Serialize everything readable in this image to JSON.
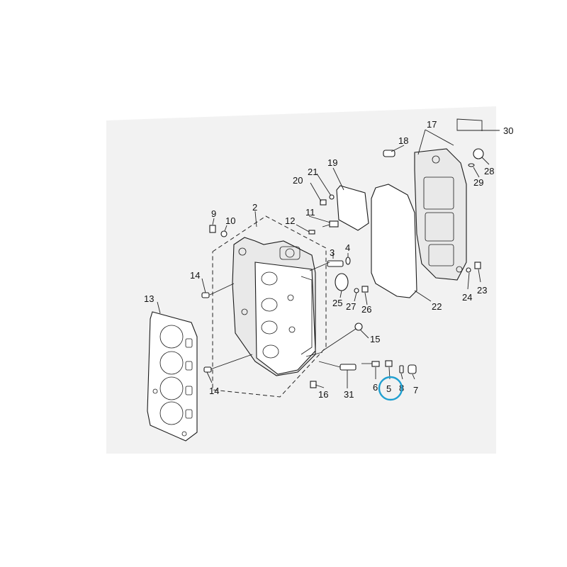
{
  "colors": {
    "background": "#ffffff",
    "line": "#1a1a1a",
    "highlight": "#1f9fd0",
    "watermark": "#f2f2f2"
  },
  "callouts": {
    "c2": "2",
    "c3": "3",
    "c4": "4",
    "c5": "5",
    "c6": "6",
    "c7": "7",
    "c8": "8",
    "c9": "9",
    "c10": "10",
    "c11": "11",
    "c12": "12",
    "c13": "13",
    "c14a": "14",
    "c14b": "14",
    "c15": "15",
    "c16": "16",
    "c17": "17",
    "c18": "18",
    "c19": "19",
    "c20": "20",
    "c21": "21",
    "c22": "22",
    "c23": "23",
    "c24": "24",
    "c25": "25",
    "c26": "26",
    "c27": "27",
    "c28": "28",
    "c29": "29",
    "c30": "30",
    "c31": "31"
  },
  "highlighted_part": "5"
}
